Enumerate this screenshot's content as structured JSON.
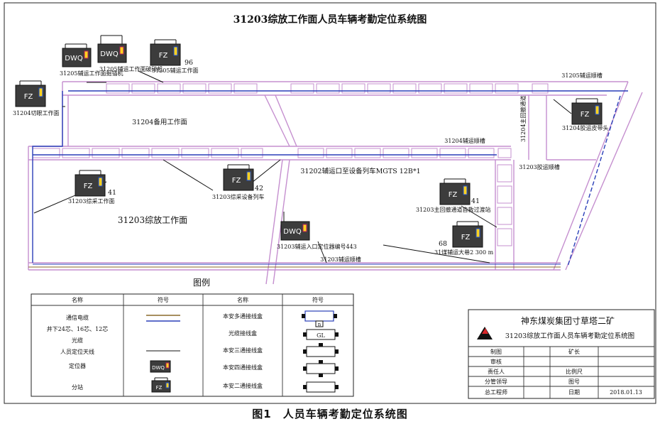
{
  "diagram": {
    "title": "31203综放工作面人员车辆考勤定位系统图",
    "area_labels": {
      "face_31203": "31203综放工作面",
      "standby_31204": "31204备用工作面",
      "roadway_31205_transport": "31205辅运顺槽",
      "roadway_31204_transport": "31204辅运顺槽",
      "roadway_31203_transport": "31203辅运顺槽",
      "roadway_31204_return": "31204主回撤通道",
      "roadway_31203_belt": "31203胶运顺槽",
      "equipment_train": "31202辅运口至设备列车MGTS 12B*1"
    },
    "devices": [
      {
        "type": "DWQ",
        "caption": "31205辅运工作面掘锚机",
        "number": ""
      },
      {
        "type": "DWQ",
        "caption": "31205辅运工作面破碎机",
        "number": ""
      },
      {
        "type": "FZ",
        "caption": "31205辅运工作面",
        "number": "96"
      },
      {
        "type": "FZ",
        "caption": "31204切眼工作面",
        "number": ""
      },
      {
        "type": "FZ",
        "caption": "31204胶运皮带头",
        "number": ""
      },
      {
        "type": "FZ",
        "caption": "31203综采工作面",
        "number": "41"
      },
      {
        "type": "FZ",
        "caption": "31203综采设备列车",
        "number": "42"
      },
      {
        "type": "DWQ",
        "caption": "31203辅运入口定位器编号443",
        "number": ""
      },
      {
        "type": "FZ",
        "caption": "31203主回撤通道自救过渡站",
        "number": "41"
      },
      {
        "type": "FZ",
        "caption": "31煤辅运大巷2 300 m",
        "number": "68"
      }
    ]
  },
  "legend": {
    "title": "图例",
    "headers": [
      "名称",
      "符号",
      "名称",
      "符号"
    ],
    "left_items": [
      "通信电缆",
      "井下24芯、16芯、12芯",
      "光缆",
      "人员定位天线",
      "定位器",
      "分站"
    ],
    "right_items": [
      "本安多通接线盒",
      "光缆接线盒",
      "本安三通接线盒",
      "本安四通接线盒",
      "本安二通接线盒"
    ],
    "box_letters": {
      "multi": "n",
      "fiber": "GL"
    },
    "icon_labels": {
      "dwq": "DWQ",
      "fz": "FZ"
    }
  },
  "title_block": {
    "company": "神东煤炭集团寸草塔二矿",
    "drawing_name": "31203综放工作面人员车辆考勤定位系统图",
    "rows": [
      {
        "label": "制图",
        "label2": "矿长",
        "value2": ""
      },
      {
        "label": "审核",
        "label2": "",
        "value2": ""
      },
      {
        "label": "责任人",
        "label2": "比例尺",
        "value2": ""
      },
      {
        "label": "分管领导",
        "label2": "图号",
        "value2": ""
      },
      {
        "label": "总工程师",
        "label2": "日期",
        "value2": "2018.01.13"
      }
    ]
  },
  "caption": "图1　人员车辆考勤定位系统图",
  "colors": {
    "roadway": "#c58fcf",
    "cable_blue": "#2a3fb8",
    "cable_brown": "#8a6a2a",
    "icon_fill": "#3c3c3c"
  }
}
